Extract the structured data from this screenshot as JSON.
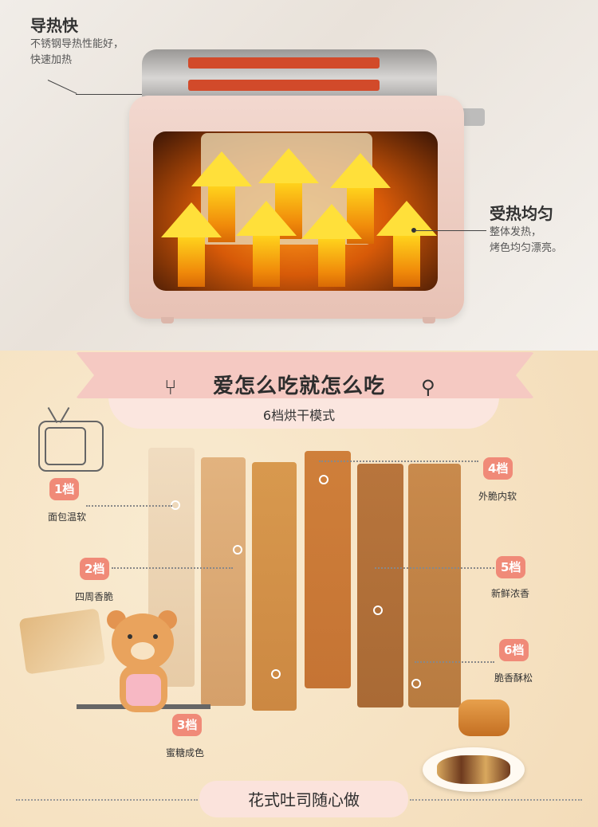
{
  "heat_fast": {
    "title": "导热快",
    "desc_line1": "不锈钢导热性能好，",
    "desc_line2": "快速加热"
  },
  "heat_even": {
    "title": "受热均匀",
    "desc_line1": "整体发热，",
    "desc_line2": "烤色均匀漂亮。"
  },
  "banner": {
    "title": "爱怎么吃就怎么吃",
    "subtitle": "6档烘干模式"
  },
  "levels": [
    {
      "badge": "1档",
      "label": "面包温软"
    },
    {
      "badge": "2档",
      "label": "四周香脆"
    },
    {
      "badge": "3档",
      "label": "蜜糖成色"
    },
    {
      "badge": "4档",
      "label": "外脆内软"
    },
    {
      "badge": "5档",
      "label": "新鲜浓香"
    },
    {
      "badge": "6档",
      "label": "脆香酥松"
    }
  ],
  "footer": {
    "text": "花式吐司随心做"
  },
  "colors": {
    "badge": "#f08a78",
    "banner": "#f5c9c2",
    "toaster": "#e8c2b5"
  }
}
